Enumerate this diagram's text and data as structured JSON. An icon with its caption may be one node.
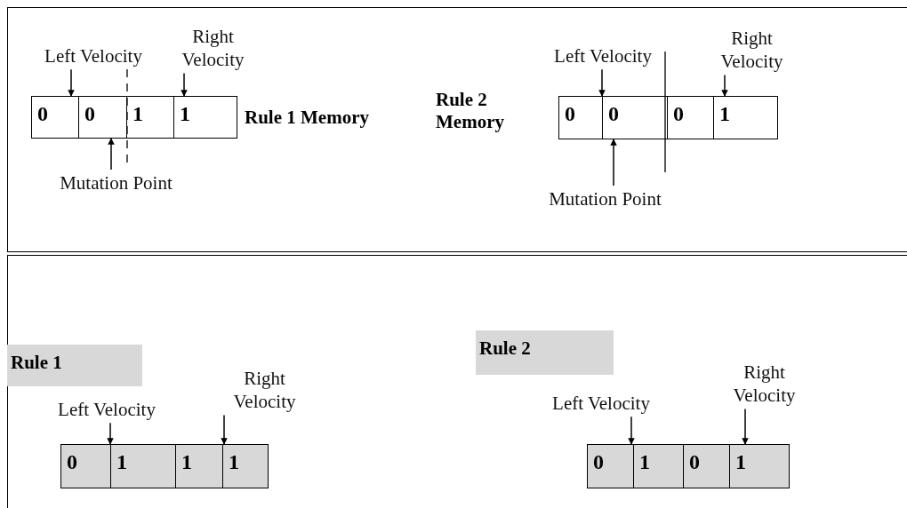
{
  "diagram": {
    "nodes": [
      {
        "text": [
          "Rule 1 Memory"
        ]
      },
      {
        "text": [
          "0"
        ],
        "in": 0
      },
      {
        "text": [
          "0"
        ],
        "in": 0
      },
      {
        "text": [
          "1"
        ],
        "in": 0
      },
      {
        "text": [
          "1"
        ],
        "in": 0
      },
      {
        "text": [
          "Left Velocity"
        ]
      },
      {
        "text": [
          "Right Velocity"
        ]
      },
      {
        "text": [
          "Mutation Point"
        ]
      },
      {
        "text": [
          "Rule 2 Memory"
        ]
      },
      {
        "text": [
          "0"
        ],
        "in": 8
      },
      {
        "text": [
          "0"
        ],
        "in": 8
      },
      {
        "text": [
          "0"
        ],
        "in": 8
      },
      {
        "text": [
          "1"
        ],
        "in": 8
      },
      {
        "text": [
          "Left Velocity"
        ]
      },
      {
        "text": [
          "Right Velocity"
        ]
      },
      {
        "text": [
          "Mutation Point"
        ]
      },
      {
        "text": [
          "Rule 1"
        ]
      },
      {
        "text": [],
        "shape": "box"
      },
      {
        "text": [
          "0"
        ],
        "in": 17
      },
      {
        "text": [
          "1"
        ],
        "in": 17
      },
      {
        "text": [
          "1"
        ],
        "in": 17
      },
      {
        "text": [
          "1"
        ],
        "in": 17
      },
      {
        "text": [
          "Left Velocity"
        ]
      },
      {
        "text": [
          "Right Velocity"
        ]
      },
      {
        "text": [
          "Rule 2"
        ]
      },
      {
        "text": [],
        "shape": "box"
      },
      {
        "text": [
          "0"
        ],
        "in": 25
      },
      {
        "text": [
          "1"
        ],
        "in": 25
      },
      {
        "text": [
          "0"
        ],
        "in": 25
      },
      {
        "text": [
          "1"
        ],
        "in": 25
      },
      {
        "text": [
          "Left Velocity"
        ]
      },
      {
        "text": [
          "Right Velocity"
        ]
      }
    ],
    "edges": [
      {
        "from": 5,
        "to": 0,
        "arrow": "to"
      },
      {
        "from": 6,
        "to": 0,
        "arrow": "to"
      },
      {
        "from": 7,
        "to": 0,
        "arrow": "to"
      },
      {
        "from": 13,
        "to": 8,
        "arrow": "to"
      },
      {
        "from": 14,
        "to": 8,
        "arrow": "to"
      },
      {
        "from": 15,
        "to": 8,
        "arrow": "to"
      },
      {
        "from": 22,
        "to": 17,
        "arrow": "to"
      },
      {
        "from": 23,
        "to": 17,
        "arrow": "to"
      },
      {
        "from": 30,
        "to": 25,
        "arrow": "to"
      },
      {
        "from": 31,
        "to": 25,
        "arrow": "to"
      }
    ]
  }
}
